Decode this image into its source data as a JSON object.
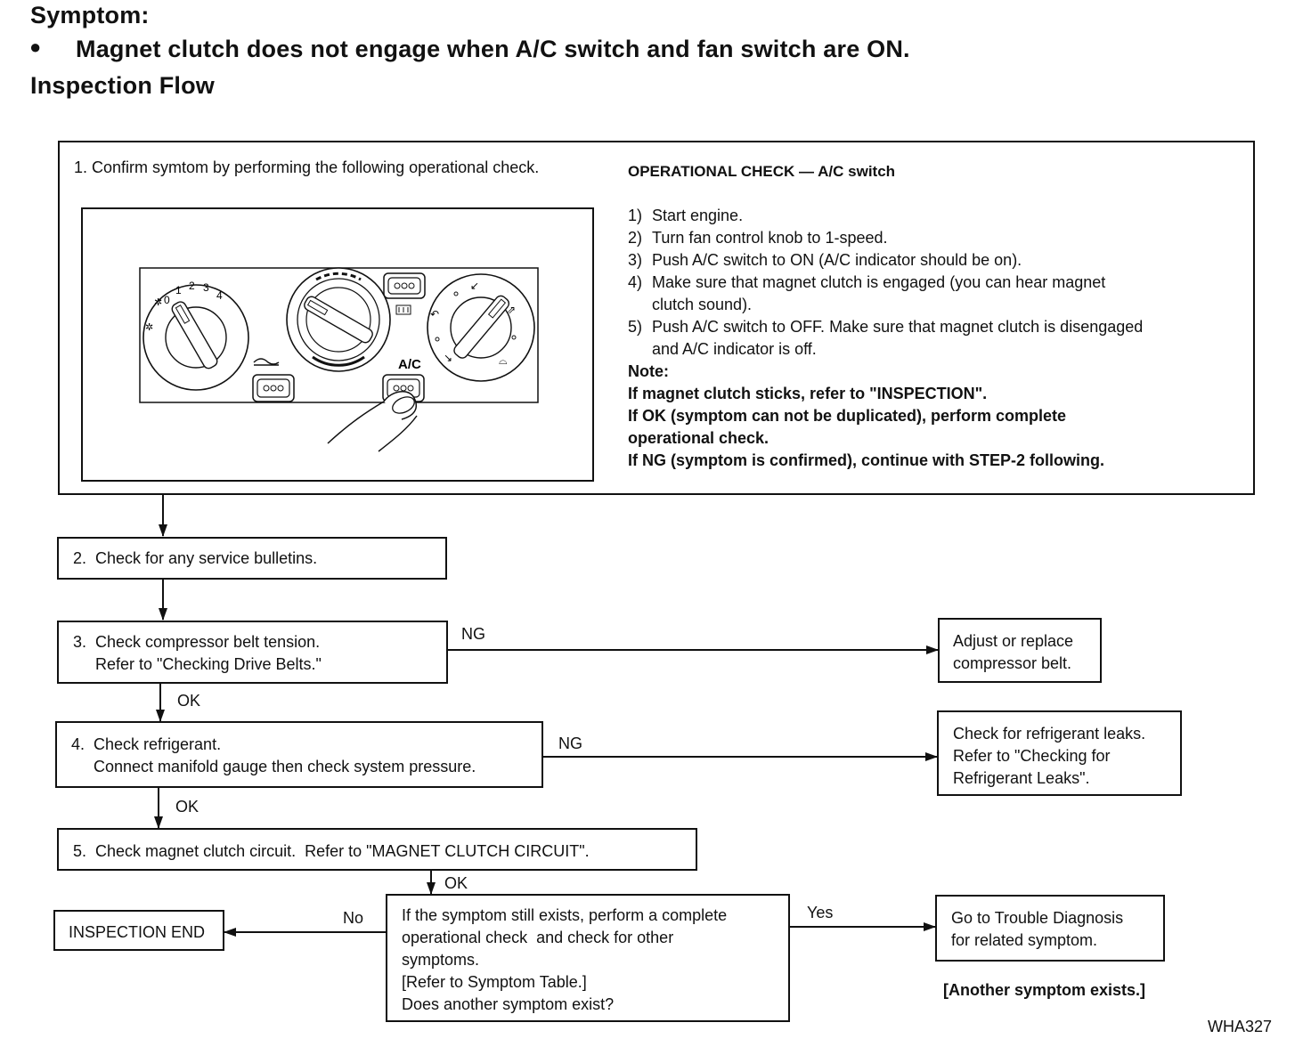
{
  "header": {
    "symptom_label": "Symptom:",
    "bullet": "●",
    "symptom_text": "Magnet clutch does not engage when A/C switch and fan switch are ON.",
    "flow_title": "Inspection Flow"
  },
  "step1": {
    "text": "1. Confirm symtom by performing the following operational check.",
    "op_title": "OPERATIONAL CHECK — A/C switch",
    "op_steps": [
      {
        "num": "1)",
        "text": "Start engine."
      },
      {
        "num": "2)",
        "text": "Turn fan control knob to 1-speed."
      },
      {
        "num": "3)",
        "text": "Push A/C switch to ON (A/C indicator should be on)."
      },
      {
        "num": "4)",
        "text": "Make sure that magnet clutch is engaged (you can hear magnet\nclutch sound)."
      },
      {
        "num": "5)",
        "text": "Push A/C switch to OFF. Make sure that magnet clutch is disengaged\nand A/C indicator is off."
      }
    ],
    "note_title": "Note:",
    "note_lines": [
      "If magnet clutch sticks, refer to \"INSPECTION\".",
      "If OK (symptom can not be duplicated), perform complete",
      "operational check.",
      "If NG (symptom is confirmed), continue with STEP-2 following."
    ],
    "panel": {
      "fan_scale": [
        "0",
        "1",
        "2",
        "3",
        "4"
      ],
      "ac_label": "A/C"
    }
  },
  "step2": {
    "text": "2.  Check for any service bulletins."
  },
  "step3": {
    "text": "3.  Check compressor belt tension.\n     Refer to \"Checking Drive Belts.\""
  },
  "step3_ng": {
    "text": "Adjust or replace\ncompressor belt."
  },
  "step4": {
    "text": "4.  Check refrigerant.\n     Connect manifold gauge then check system pressure."
  },
  "step4_ng": {
    "text": "Check for refrigerant leaks.\nRefer to \"Checking for\nRefrigerant Leaks\"."
  },
  "step5": {
    "text": "5.  Check magnet clutch circuit.  Refer to \"MAGNET CLUTCH CIRCUIT\"."
  },
  "decision": {
    "text": "If the symptom still exists, perform a complete\noperational check  and check for other\nsymptoms.\n[Refer to Symptom Table.]\nDoes another symptom exist?"
  },
  "end_box": {
    "text": "INSPECTION END"
  },
  "yes_box": {
    "text": "Go to Trouble Diagnosis\nfor related symptom."
  },
  "another_symptom": "[Another symptom exists.]",
  "labels": {
    "ng": "NG",
    "ok": "OK",
    "no": "No",
    "yes": "Yes"
  },
  "figure_id": "WHA327"
}
